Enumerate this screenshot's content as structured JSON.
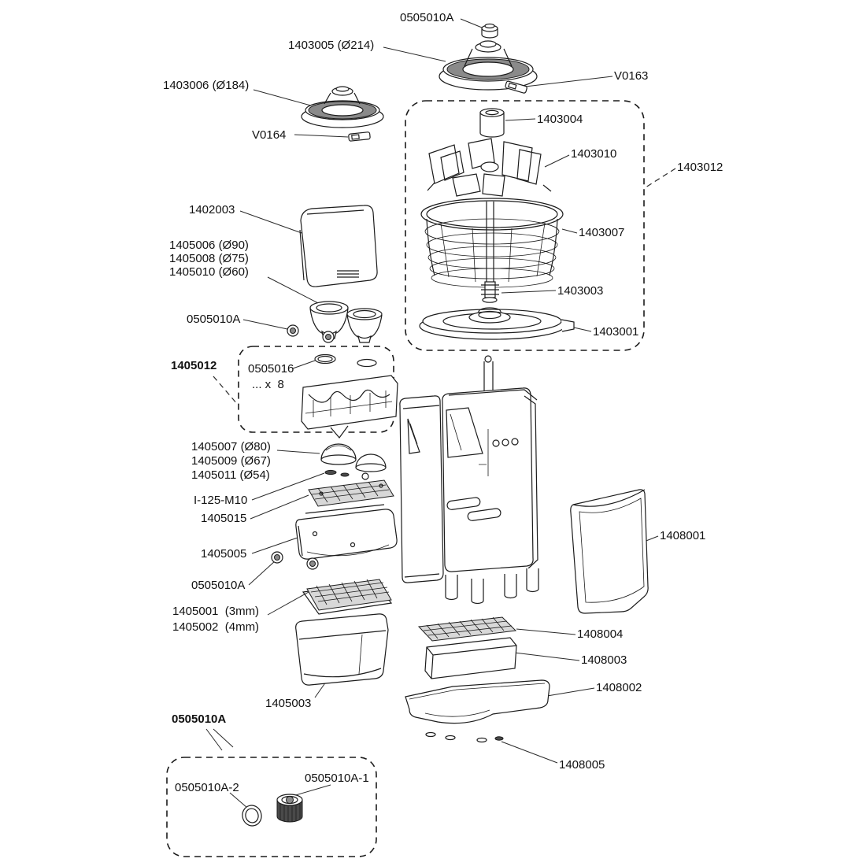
{
  "diagram": {
    "labels": {
      "cap_top": "0505010A",
      "lid_214": "1403005 (Ø214)",
      "v0163": "V0163",
      "lid_184": "1403006 (Ø184)",
      "cyl_1403004": "1403004",
      "v0164": "V0164",
      "paddle_1403010": "1403010",
      "kit_1403012": "1403012",
      "pulp_1402003": "1402003",
      "funnel_90": "1405006 (Ø90)",
      "funnel_75": "1405008 (Ø75)",
      "funnel_60": "1405010 (Ø60)",
      "basket_1403007": "1403007",
      "coupling_1403003": "1403003",
      "nut_mid": "0505010A",
      "disc_1403001": "1403001",
      "kit_1405012": "1405012",
      "seal_0505016": "0505016",
      "seal_qty": "... x  8",
      "dome_80": "1405007 (Ø80)",
      "dome_67": "1405009 (Ø67)",
      "dome_54": "1405011 (Ø54)",
      "screw_i125": "I-125-M10",
      "grid_1405015": "1405015",
      "tray_1405005": "1405005",
      "nut_low": "0505010A",
      "bin_1408001": "1408001",
      "grid_3mm": "1405001  (3mm)",
      "grid_4mm": "1405002  (4mm)",
      "grid_1408004": "1408004",
      "box_1408003": "1408003",
      "tray_1408002": "1408002",
      "bin_1405003": "1405003",
      "kit_0505010a": "0505010A",
      "feet_1408005": "1408005",
      "washer": "0505010A-2",
      "nut_detail": "0505010A-1"
    }
  }
}
